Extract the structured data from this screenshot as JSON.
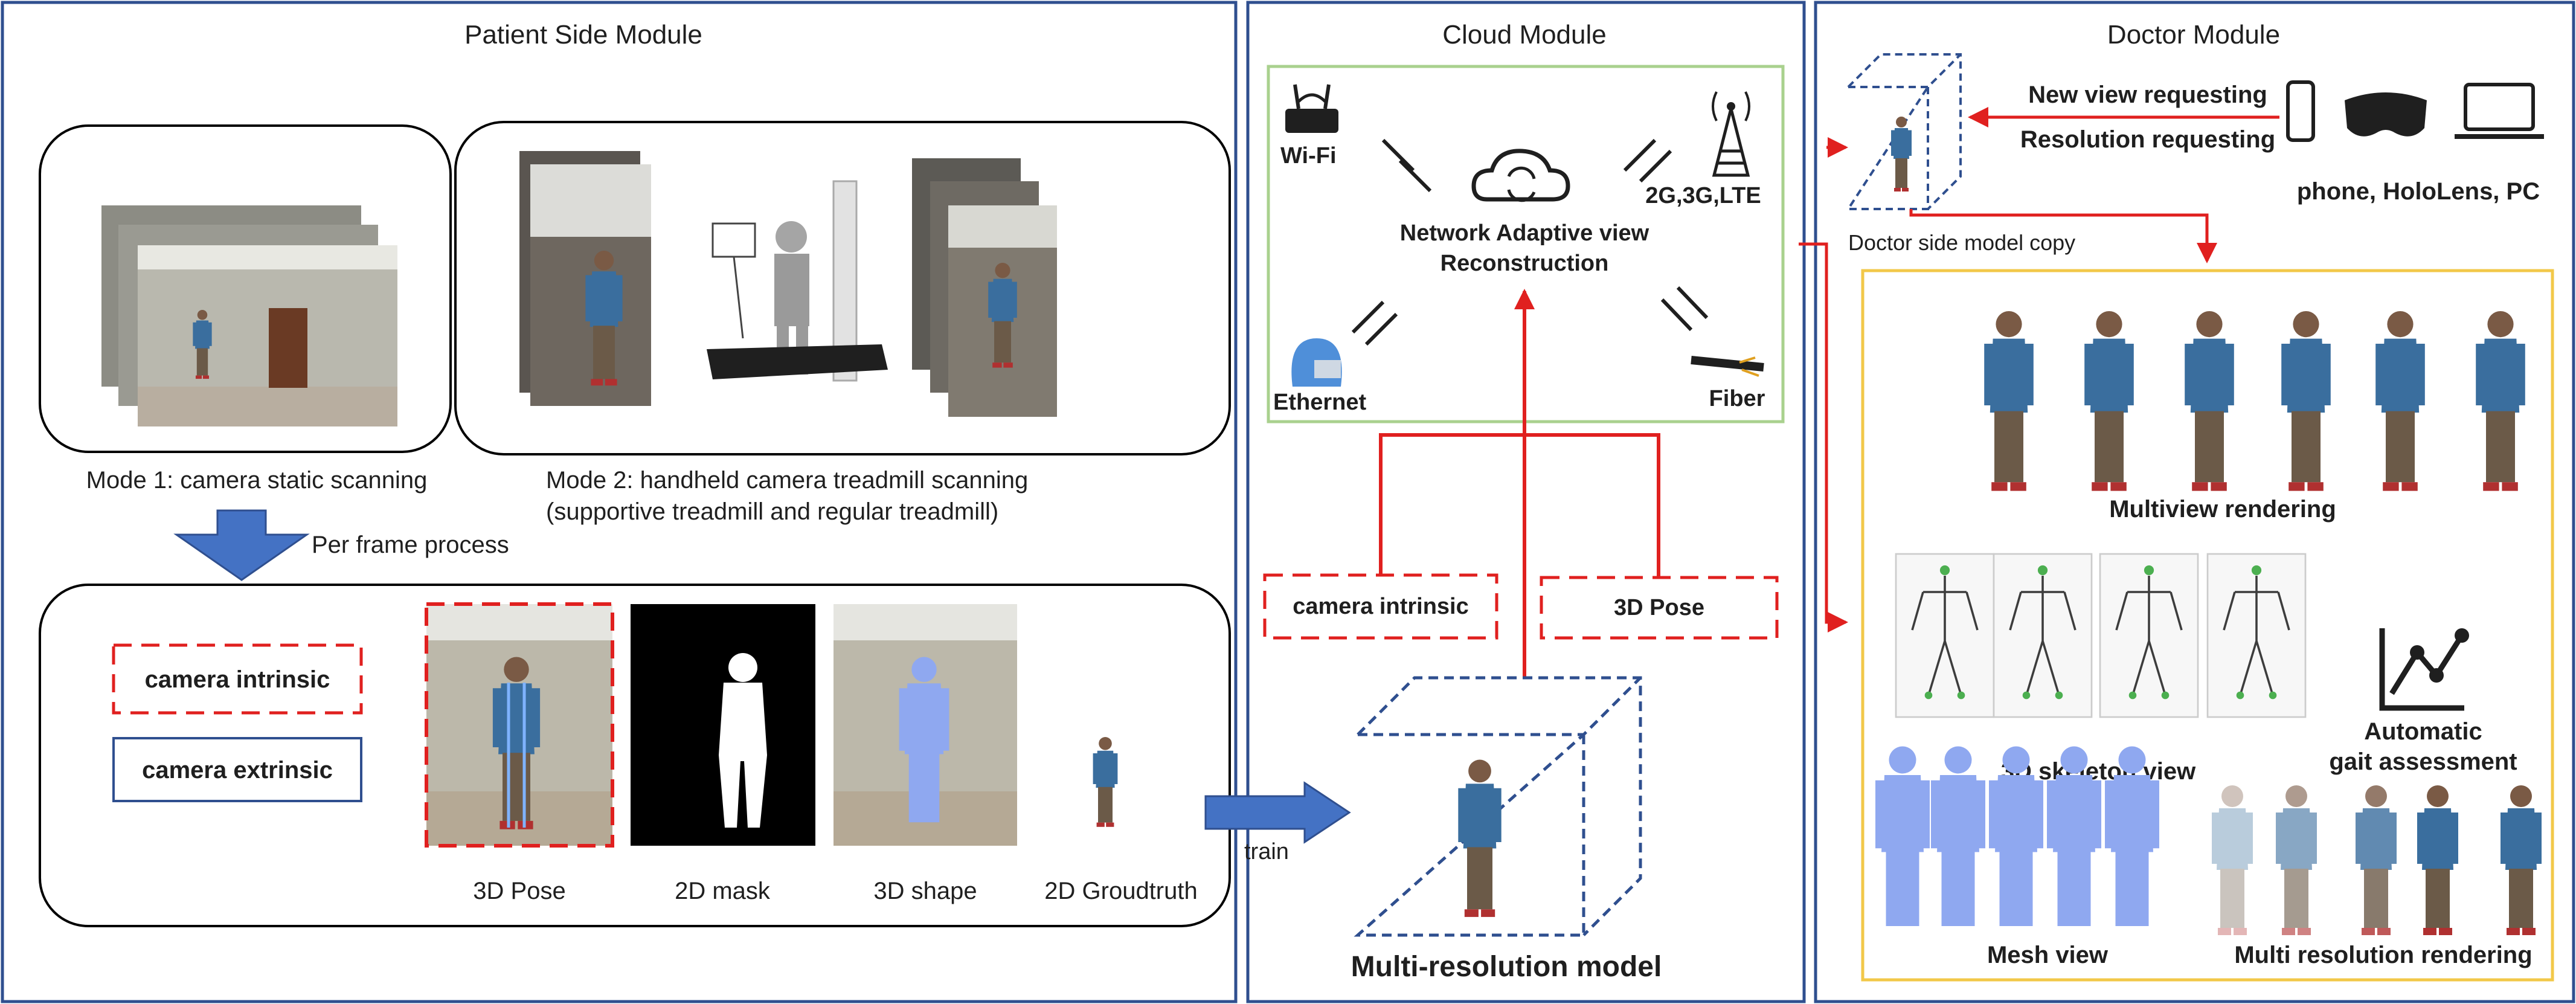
{
  "modules": {
    "patient": "Patient Side Module",
    "cloud": "Cloud Module",
    "doctor": "Doctor Module"
  },
  "patient": {
    "mode1": "Mode 1: camera static scanning",
    "mode2_line1": "Mode 2: handheld camera  treadmill scanning",
    "mode2_line2": "(supportive treadmill and regular treadmill)",
    "per_frame": "Per frame process",
    "camera_intrinsic": "camera intrinsic",
    "camera_extrinsic": "camera extrinsic",
    "outputs": [
      "3D Pose",
      "2D mask",
      "3D shape",
      "2D Groudtruth"
    ],
    "train": "train"
  },
  "cloud": {
    "wifi": "Wi-Fi",
    "cellular": "2G,3G,LTE",
    "ethernet": "Ethernet",
    "fiber": "Fiber",
    "reconstruction_line1": "Network Adaptive view",
    "reconstruction_line2": "Reconstruction",
    "camera_intrinsic": "camera intrinsic",
    "pose": "3D Pose",
    "model": "Multi-resolution model"
  },
  "doctor": {
    "new_view": "New view requesting",
    "resolution": "Resolution requesting",
    "devices": "phone, HoloLens, PC",
    "model_copy": "Doctor side model copy",
    "multiview": "Multiview rendering",
    "skeleton": "3D skeleton view",
    "gait_line1": "Automatic",
    "gait_line2": "gait assessment",
    "mesh": "Mesh view",
    "multires": "Multi resolution rendering"
  },
  "colors": {
    "panel_border": "#2f4f8f",
    "blue_arrow": "#4472c4",
    "red": "#e0201f",
    "cloud_box": "#a9d18e",
    "doctor_box": "#f2c849",
    "shirt": "#3a6e9e",
    "pants": "#6b5a48",
    "mesh": "#8fa8f0"
  }
}
